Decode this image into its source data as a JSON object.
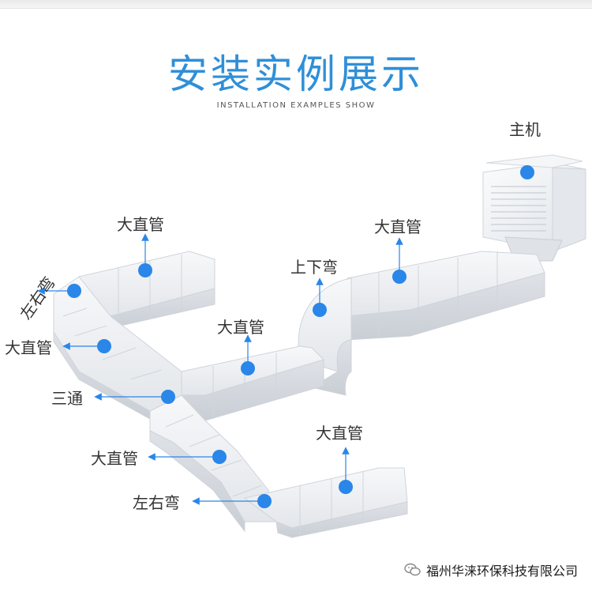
{
  "header": {
    "title": "安装实例展示",
    "subtitle": "INSTALLATION EXAMPLES SHOW"
  },
  "labels": {
    "host": "主机",
    "big_straight_1": "大直管",
    "big_straight_2": "大直管",
    "big_straight_3": "大直管",
    "big_straight_4": "大直管",
    "big_straight_5": "大直管",
    "big_straight_6": "大直管",
    "up_down_bend": "上下弯",
    "left_right_bend_1": "左右弯",
    "left_right_bend_2": "左右弯",
    "tee": "三通"
  },
  "footer": {
    "company": "福州华涞环保科技有限公司",
    "icon": "wechat-icon"
  },
  "colors": {
    "accent": "#2f8fd8",
    "marker": "#2a86e8",
    "duct": "#eef0f3"
  }
}
